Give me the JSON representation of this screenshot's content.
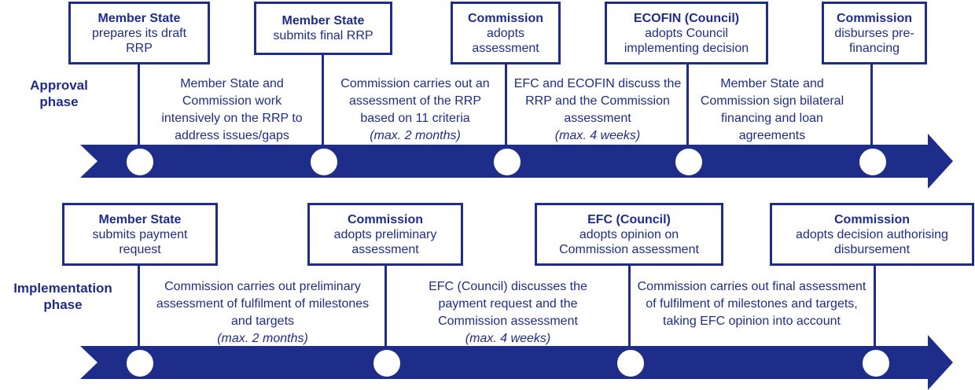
{
  "phases": {
    "approval": "Approval phase",
    "implementation": "Implementation phase"
  },
  "approval": {
    "steps": [
      {
        "title": "Member State",
        "body": "prepares its draft RRP"
      },
      {
        "title": "Member State",
        "body": "submits final RRP"
      },
      {
        "title": "Commission",
        "body": "adopts assessment"
      },
      {
        "title": "ECOFIN (Council)",
        "body": "adopts Council implementing decision"
      },
      {
        "title": "Commission",
        "body": "disburses pre-financing"
      }
    ],
    "descriptions": [
      {
        "text": "Member State and Commission work intensively on the RRP to address issues/gaps",
        "duration": ""
      },
      {
        "text": "Commission carries out an assessment of the RRP based on 11 criteria",
        "duration": "(max. 2 months)"
      },
      {
        "text": "EFC and ECOFIN discuss the RRP and the Commission assessment",
        "duration": "(max. 4 weeks)"
      },
      {
        "text": "Member State and Commission sign bilateral financing and  loan agreements",
        "duration": ""
      }
    ]
  },
  "implementation": {
    "steps": [
      {
        "title": "Member State",
        "body": "submits payment request"
      },
      {
        "title": "Commission",
        "body": "adopts preliminary assessment"
      },
      {
        "title": "EFC (Council)",
        "body": "adopts opinion on Commission assessment"
      },
      {
        "title": "Commission",
        "body": "adopts decision authorising disbursement"
      }
    ],
    "descriptions": [
      {
        "text": "Commission carries out preliminary assessment of fulfilment of milestones and targets",
        "duration": "(max. 2 months)"
      },
      {
        "text": "EFC (Council) discusses the payment request and the Commission assessment",
        "duration": "(max. 4 weeks)"
      },
      {
        "text": "Commission carries out final assessment of fulfilment of milestones and targets, taking EFC opinion into account",
        "duration": ""
      }
    ]
  },
  "colors": {
    "primary": "#1f2d8a",
    "background": "#ffffff"
  }
}
